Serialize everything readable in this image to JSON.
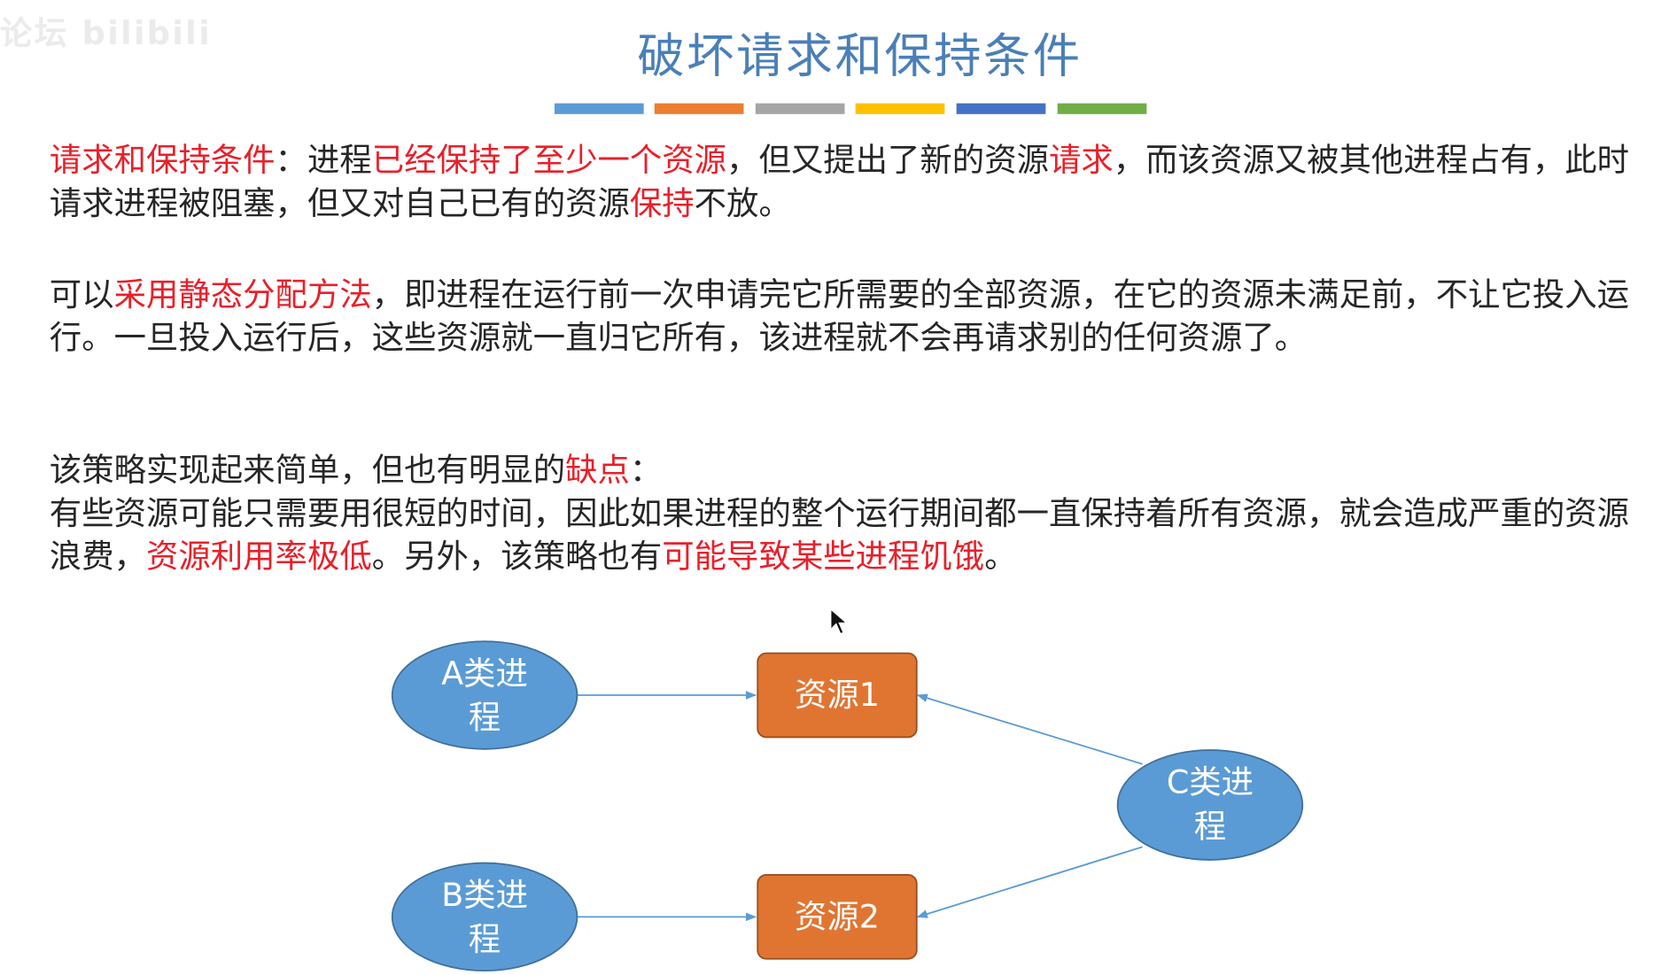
{
  "watermark": "论坛 bilibili",
  "title": "破坏请求和保持条件",
  "deco_bar_colors": [
    "#5b9bd5",
    "#ed7d31",
    "#a5a5a5",
    "#ffc000",
    "#4472c4",
    "#70ad47"
  ],
  "colors": {
    "title": "#4a7fb8",
    "highlight": "#e8202a",
    "process_fill": "#5b9bd5",
    "resource_fill": "#e07532",
    "arrow": "#5b9bd5"
  },
  "paragraph1": {
    "s1": "请求和保持条件",
    "s2": "：进程",
    "s3": "已经保持了至少一个资源",
    "s4": "，但又提出了新的资源",
    "s5": "请求",
    "s6": "，而该资源又被其他进程占有，此时请求进程被阻塞，但又对自己已有的资源",
    "s7": "保持",
    "s8": "不放。"
  },
  "paragraph2": {
    "s1": "可以",
    "s2": "采用静态分配方法",
    "s3": "，即进程在运行前一次申请完它所需要的全部资源，在它的资源未满足前，不让它投入运行。一旦投入运行后，这些资源就一直归它所有，该进程就不会再请求别的任何资源了。"
  },
  "paragraph3": {
    "s1": "该策略实现起来简单，但也有明显的",
    "s2": "缺点",
    "s3": "：",
    "s4": "有些资源可能只需要用很短的时间，因此如果进程的整个运行期间都一直保持着所有资源，就会造成严重的资源浪费，",
    "s5": "资源利用率极低",
    "s6": "。另外，该策略也有",
    "s7": "可能导致某些进程饥饿",
    "s8": "。"
  },
  "diagram": {
    "process_a": {
      "line1": "A类进",
      "line2": "程"
    },
    "process_b": {
      "line1": "B类进",
      "line2": "程"
    },
    "process_c": {
      "line1": "C类进",
      "line2": "程"
    },
    "resource_1": "资源1",
    "resource_2": "资源2"
  }
}
